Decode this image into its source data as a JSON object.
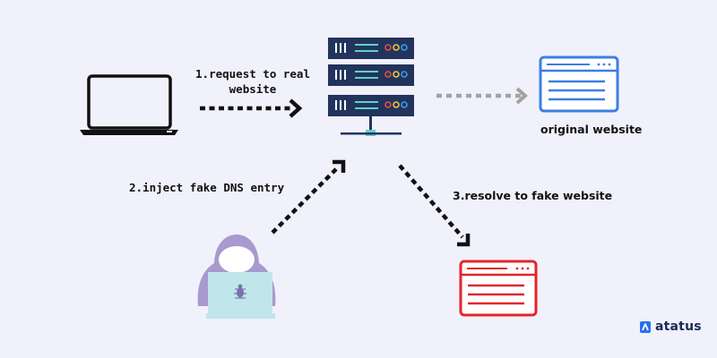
{
  "diagram": {
    "steps": {
      "request": {
        "line1": "1.request to real",
        "line2": "website"
      },
      "inject": "2.inject fake DNS entry",
      "resolve": "3.resolve to fake website"
    },
    "original_website_label": "original website",
    "icons": [
      "laptop-icon",
      "server-icon",
      "browser-window-icon",
      "hacker-icon",
      "fake-website-icon",
      "atatus-logo-icon"
    ]
  },
  "brand": {
    "name": "atatus"
  },
  "colors": {
    "background": "#f0f1fb",
    "server": "#22345c",
    "server_stripes": "#5fd0c9",
    "original_site": "#3c7fe3",
    "fake_site": "#e4252b",
    "hacker": "#a899cf",
    "hacker_laptop": "#bfe6ea",
    "arrow_dark": "#111111",
    "arrow_gray": "#a3a3a3",
    "brand_blue": "#2a6df4"
  }
}
